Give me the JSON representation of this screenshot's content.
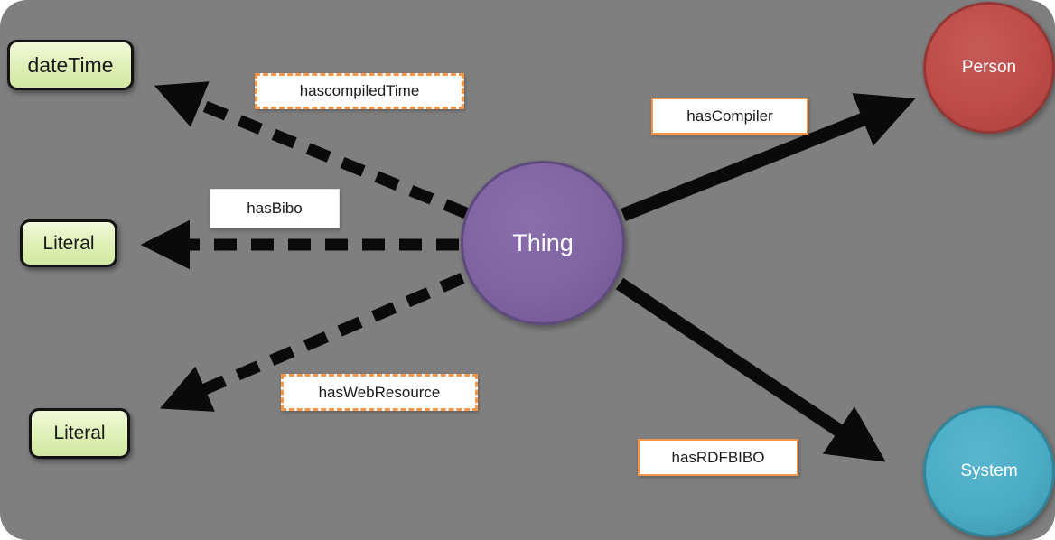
{
  "diagram": {
    "title": "RDF ontology relations diagram",
    "colors": {
      "background": "#7f7f7f",
      "arrow": "#0a0a0a",
      "datatype_box_fill": "#ddeeb2",
      "datatype_box_border": "#121212",
      "thing_fill": "#8064a2",
      "person_fill": "#be4b48",
      "system_fill": "#4bacc6",
      "label_background": "#ffffff",
      "label_border": "#f79646"
    },
    "nodes": {
      "datetime": {
        "label": "dateTime",
        "shape": "rounded-rect"
      },
      "literal_middle": {
        "label": "Literal",
        "shape": "rounded-rect"
      },
      "literal_bottom": {
        "label": "Literal",
        "shape": "rounded-rect"
      },
      "thing": {
        "label": "Thing",
        "shape": "circle"
      },
      "person": {
        "label": "Person",
        "shape": "circle"
      },
      "system": {
        "label": "System",
        "shape": "circle"
      }
    },
    "edges": {
      "hascompiledtime": {
        "label": "hascompiledTime",
        "from": "thing",
        "to": "datetime",
        "line": "dashed"
      },
      "hasbibo": {
        "label": "hasBibo",
        "from": "thing",
        "to": "literal_middle",
        "line": "dashed"
      },
      "haswebresource": {
        "label": "hasWebResource",
        "from": "thing",
        "to": "literal_bottom",
        "line": "dashed"
      },
      "hascompiler": {
        "label": "hasCompiler",
        "from": "thing",
        "to": "person",
        "line": "solid"
      },
      "hasrdfbibo": {
        "label": "hasRDFBIBO",
        "from": "thing",
        "to": "system",
        "line": "solid"
      }
    }
  }
}
